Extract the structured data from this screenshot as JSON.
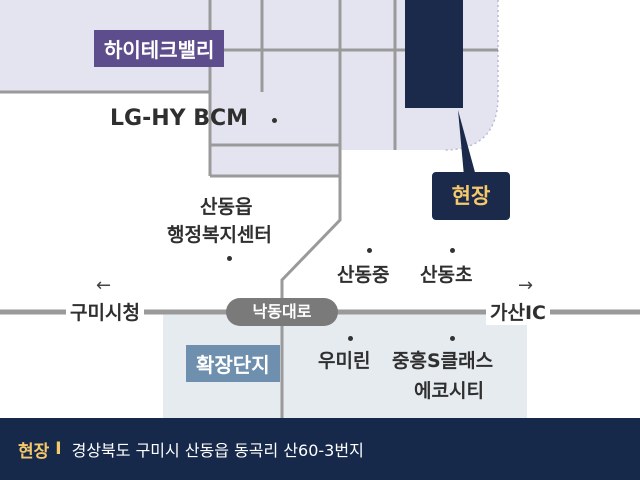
{
  "map": {
    "zones": {
      "hitech_valley": "하이테크밸리",
      "expansion": "확장단지"
    },
    "site_marker": "현장",
    "road_name": "낙동대로",
    "labels": {
      "lg_hybcm": "LG-HY BCM",
      "sandong_office_line1": "산동읍",
      "sandong_office_line2": "행정복지센터",
      "sandong_middle": "산동중",
      "sandong_elem": "산동초",
      "umirin": "우미린",
      "jungheung_line1": "중흥S클래스",
      "jungheung_line2": "에코시티",
      "gumi_city_hall": "구미시청",
      "gasan_ic": "가산IC"
    },
    "arrows": {
      "left": "←",
      "right": "→"
    },
    "colors": {
      "hitech_zone_fill": "#e4e4f1",
      "hitech_title_bg": "#5e4d8d",
      "expansion_zone_fill": "#e6ebf0",
      "expansion_title_bg": "#6f8fae",
      "site_fill": "#1b2a4a",
      "road": "#9a9a9a"
    }
  },
  "footer": {
    "tag": "현장",
    "separator": "I",
    "address": "경상북도 구미시  산동읍 동곡리 산60-3번지"
  }
}
